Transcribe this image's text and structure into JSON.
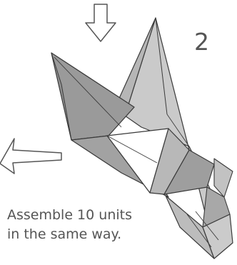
{
  "diagram": {
    "step_number": "2",
    "caption": [
      "Assemble 10 units",
      "in the same way."
    ],
    "icons": {
      "push_down_arrow": "arrow-down-outline",
      "insert_left_arrow": "arrow-left-outline"
    },
    "colors": {
      "outline": "#3a3a3a",
      "paper_dark": "#9a9a9a",
      "paper_medium": "#b4b4b4",
      "paper_light": "#cacaca",
      "paper_white": "#ffffff",
      "text": "#555555"
    }
  }
}
